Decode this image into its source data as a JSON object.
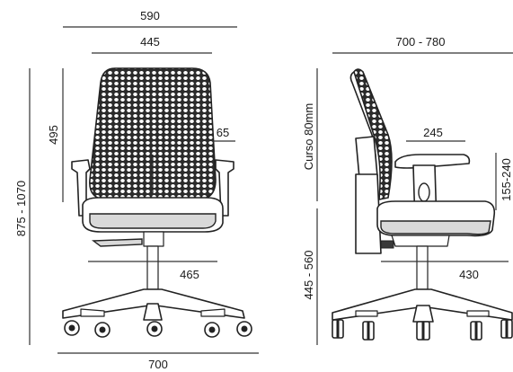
{
  "dimensions": {
    "front_top_width": "590",
    "front_back_width": "445",
    "front_back_height": "495",
    "front_lumbar": "65",
    "front_total_height": "875 - 1070",
    "front_seat_width": "465",
    "front_base_width": "700",
    "side_depth": "700 - 780",
    "side_stroke": "Curso 80mm",
    "side_armrest_length": "245",
    "side_armrest_height": "155-240",
    "side_seat_height": "445 - 560",
    "side_seat_depth": "430"
  },
  "colors": {
    "line": "#222222",
    "mesh_dots": "#ffffff",
    "mesh_bg": "#2b2b2b",
    "seat_grey": "#d9d9d9"
  }
}
